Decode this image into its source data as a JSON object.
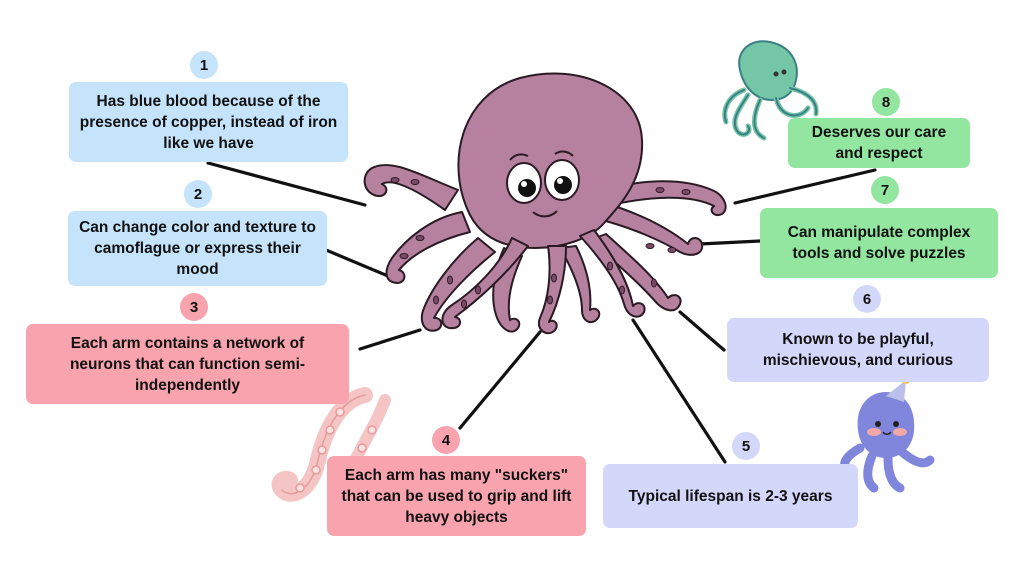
{
  "facts": [
    {
      "number": "1",
      "text": "Has blue blood because of the presence of copper, instead of iron like we have",
      "color": "#c5e3fb"
    },
    {
      "number": "2",
      "text": "Can change color and texture to camoflague or express their mood",
      "color": "#c5e3fb"
    },
    {
      "number": "3",
      "text": "Each arm contains a network of neurons that can function semi-independently",
      "color": "#f8a3ad"
    },
    {
      "number": "4",
      "text": "Each arm has many \"suckers\" that can be used to grip and lift heavy objects",
      "color": "#f8a3ad"
    },
    {
      "number": "5",
      "text": "Typical lifespan is 2-3 years",
      "color": "#d3d8fb"
    },
    {
      "number": "6",
      "text": "Known to be playful, mischievous, and curious",
      "color": "#d3d8fb"
    },
    {
      "number": "7",
      "text": "Can manipulate complex tools and solve puzzles",
      "color": "#92e6a0"
    },
    {
      "number": "8",
      "text": "Deserves our care and respect",
      "color": "#92e6a0"
    }
  ],
  "colors": {
    "octopus_body": "#b5819f",
    "octopus_outline": "#2a1a24",
    "connector": "#111111"
  },
  "decorations": [
    "main-octopus",
    "green-octopus-sketch",
    "pink-tentacle",
    "party-hat-octopus"
  ]
}
